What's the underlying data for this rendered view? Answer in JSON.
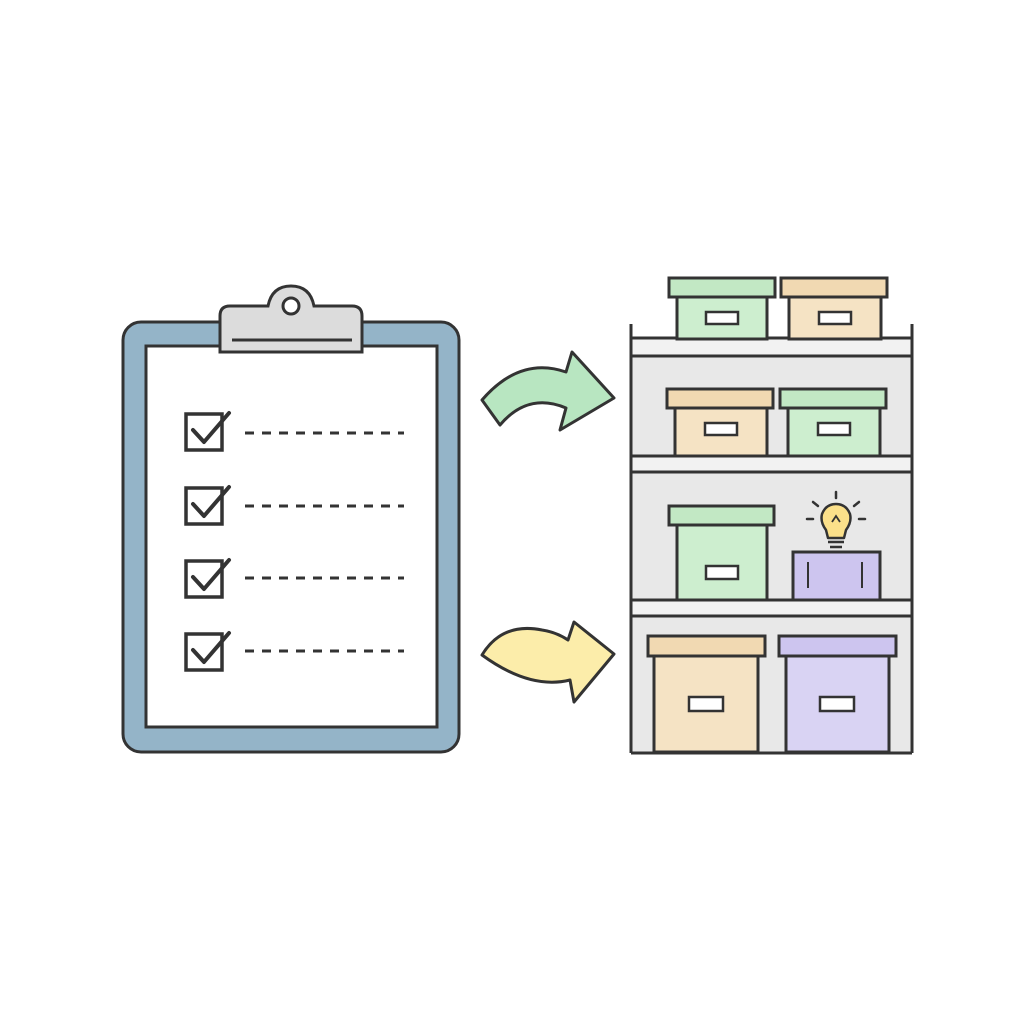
{
  "colors": {
    "outline": "#333333",
    "clipboard_frame": "#94b4c8",
    "paper": "#ffffff",
    "clip": "#dcdcdc",
    "shelf_back": "#e8e8e8",
    "shelf_board": "#eeeeee",
    "green": "#cdeecf",
    "green_lid": "#c2e8c4",
    "tan": "#f5e3c4",
    "tan_lid": "#f1d9b2",
    "purple": "#d9d3f3",
    "purple_lid": "#cdc5ef",
    "arrow_green": "#b8e6c1",
    "arrow_yellow": "#fcedaa",
    "bulb": "#fbe08a"
  },
  "clipboard": {
    "checklist_items": 4,
    "icons": [
      "clipboard-icon",
      "checkbox-checked-icon"
    ]
  },
  "arrows": [
    {
      "name": "arrow-green-icon",
      "color": "arrow_green"
    },
    {
      "name": "arrow-yellow-icon",
      "color": "arrow_yellow"
    }
  ],
  "shelf": {
    "boxes": [
      {
        "name": "top-box-green",
        "color": "green"
      },
      {
        "name": "top-box-tan",
        "color": "tan"
      },
      {
        "name": "shelf1-box-tan",
        "color": "tan"
      },
      {
        "name": "shelf1-box-green",
        "color": "green"
      },
      {
        "name": "shelf2-box-green",
        "color": "green"
      },
      {
        "name": "shelf2-box-purple",
        "color": "purple"
      },
      {
        "name": "shelf3-box-tan",
        "color": "tan"
      },
      {
        "name": "shelf3-box-purple",
        "color": "purple"
      }
    ],
    "icons": [
      "lightbulb-icon"
    ]
  }
}
